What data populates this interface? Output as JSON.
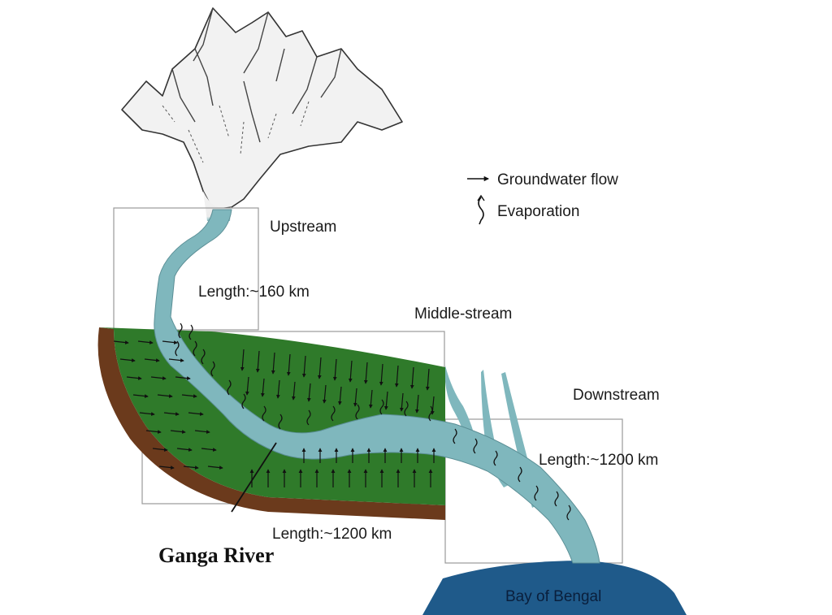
{
  "labels": {
    "upstream": "Upstream",
    "upstream_length": "Length:~160 km",
    "middle_stream": "Middle-stream",
    "middle_length": "Length:~1200 km",
    "downstream": "Downstream",
    "downstream_length": "Length:~1200 km",
    "river_name": "Ganga River",
    "bay": "Bay of Bengal"
  },
  "legend": {
    "groundwater": "Groundwater flow",
    "evaporation": "Evaporation"
  },
  "colors": {
    "plain_green": "#2f7a2a",
    "soil_brown": "#6b3a1c",
    "river_teal": "#7fb7bd",
    "sea_blue": "#1f5a8a",
    "glacier_ink": "#333333"
  }
}
